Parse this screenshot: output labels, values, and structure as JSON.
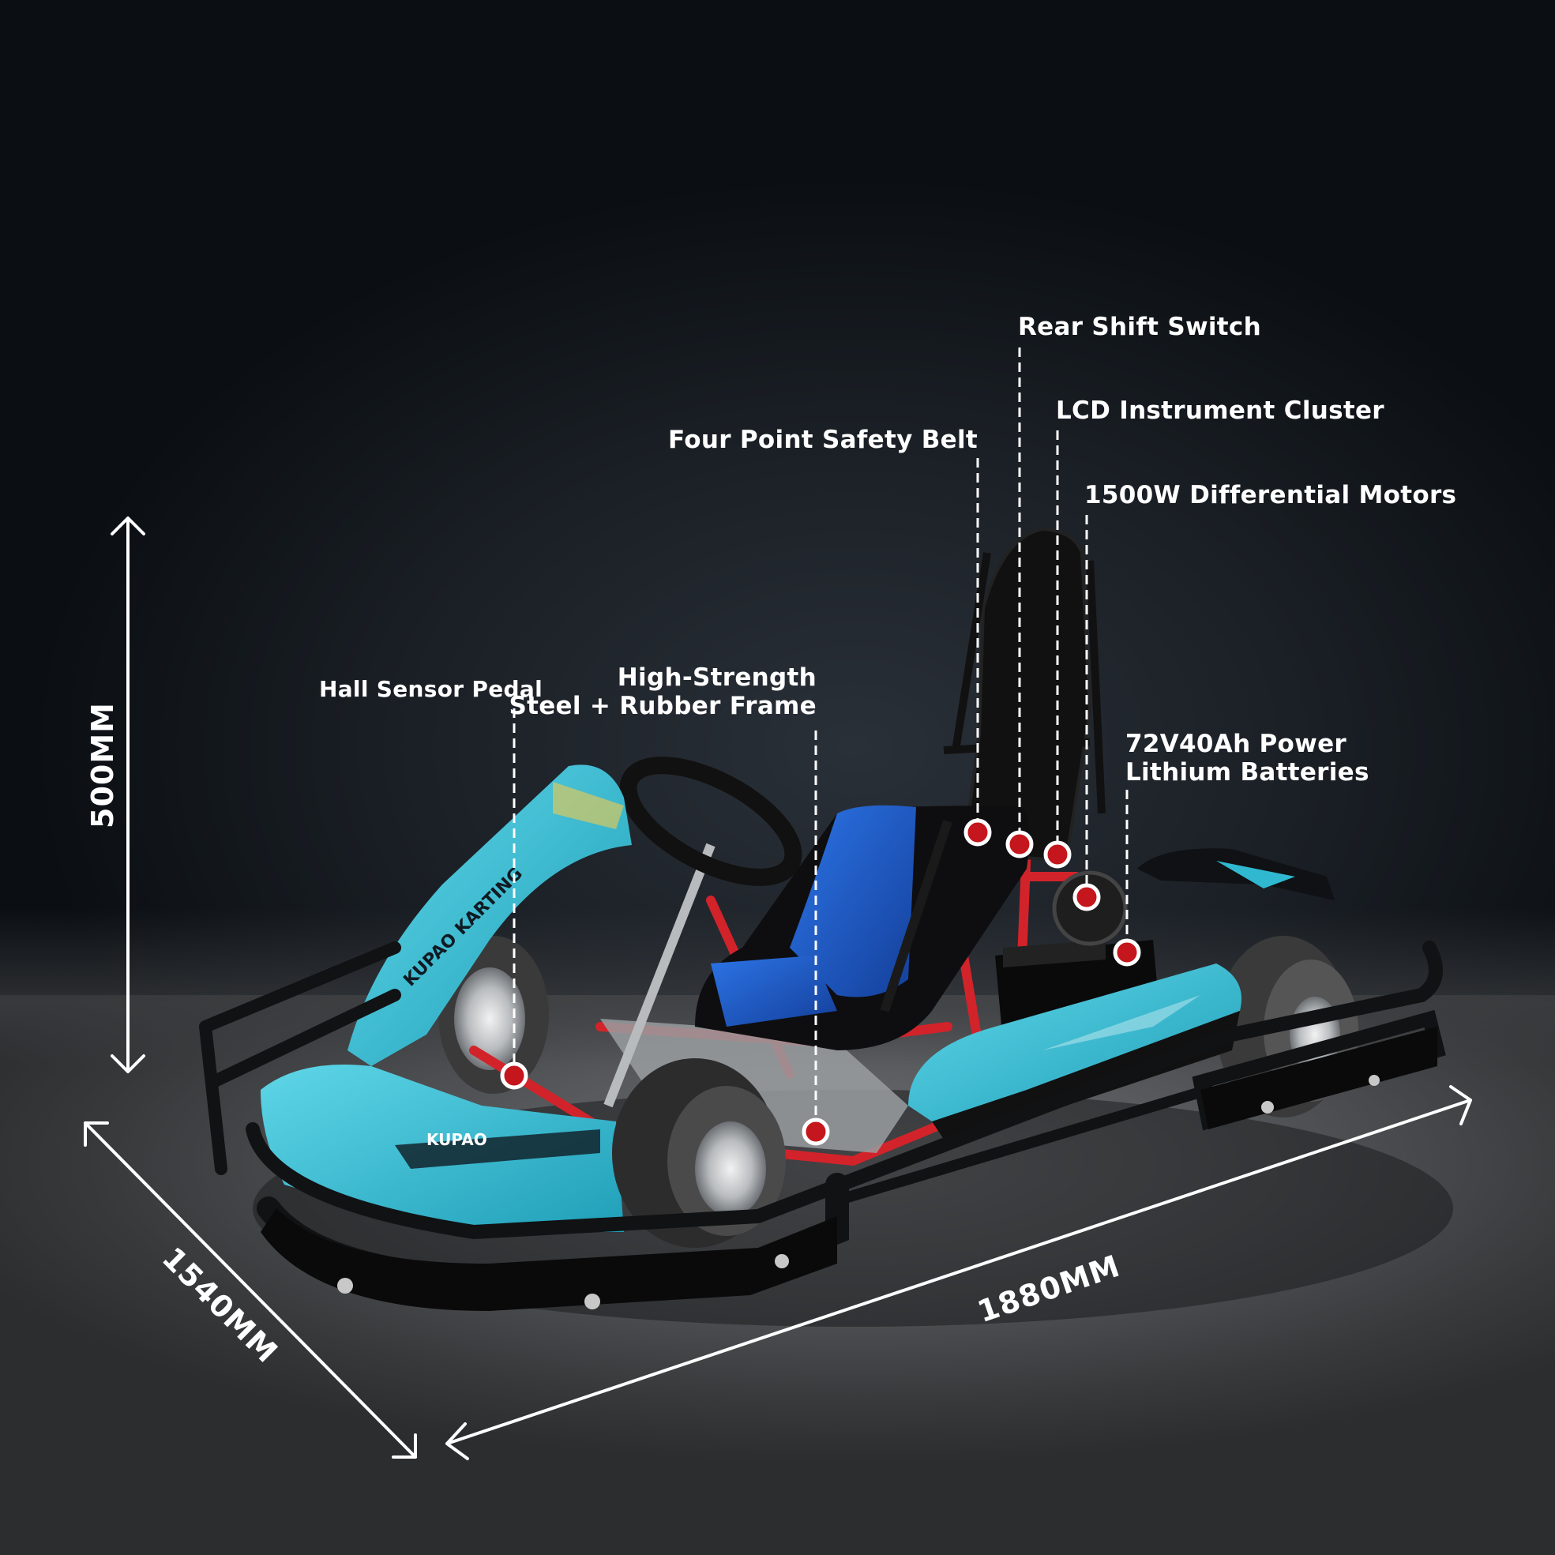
{
  "callouts": [
    {
      "id": "rear-shift-switch",
      "text": "Rear Shift Switch"
    },
    {
      "id": "lcd-instrument-cluster",
      "text": "LCD Instrument Cluster"
    },
    {
      "id": "four-point-safety-belt",
      "text": "Four Point Safety Belt"
    },
    {
      "id": "differential-motors",
      "text": "1500W Differential Motors"
    },
    {
      "id": "frame",
      "line1": "High-Strength",
      "line2": "Steel + Rubber Frame"
    },
    {
      "id": "hall-sensor-pedal",
      "text": "Hall Sensor Pedal"
    },
    {
      "id": "batteries",
      "line1": "72V40Ah Power",
      "line2": "Lithium Batteries"
    }
  ],
  "dimensions": {
    "height": "500MM",
    "width": "1540MM",
    "length": "1880MM"
  },
  "branding": {
    "nose_text": "KUPAO KARTING",
    "bumper_text": "KUPAO"
  },
  "colors": {
    "accent_teal": "#2fb8cf",
    "marker_red": "#c4161c",
    "frame_red": "#d2232a",
    "seat_blue": "#1d5fd0"
  }
}
